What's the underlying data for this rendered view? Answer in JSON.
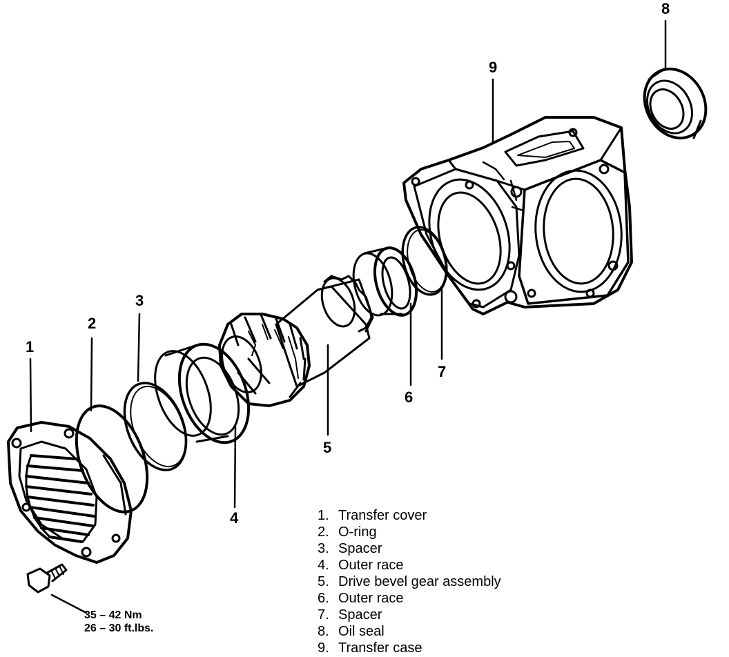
{
  "callouts": {
    "c1": "1",
    "c2": "2",
    "c3": "3",
    "c4": "4",
    "c5": "5",
    "c6": "6",
    "c7": "7",
    "c8": "8",
    "c9": "9"
  },
  "legend": [
    {
      "num": "1.",
      "label": "Transfer cover"
    },
    {
      "num": "2.",
      "label": "O-ring"
    },
    {
      "num": "3.",
      "label": "Spacer"
    },
    {
      "num": "4.",
      "label": "Outer race"
    },
    {
      "num": "5.",
      "label": "Drive bevel gear assembly"
    },
    {
      "num": "6.",
      "label": "Outer race"
    },
    {
      "num": "7.",
      "label": "Spacer"
    },
    {
      "num": "8.",
      "label": "Oil seal"
    },
    {
      "num": "9.",
      "label": "Transfer case"
    }
  ],
  "torque": {
    "line1": "35 – 42 Nm",
    "line2": "26 – 30 ft.lbs."
  },
  "colors": {
    "ink": "#000000",
    "paper": "#ffffff"
  }
}
